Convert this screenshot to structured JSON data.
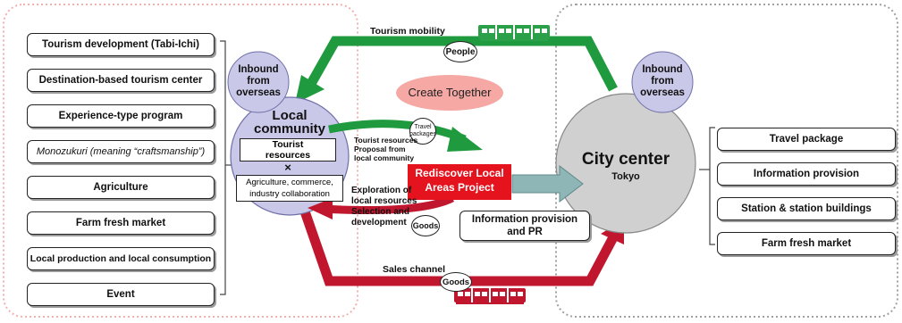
{
  "left_list": [
    "Tourism development (Tabi-Ichi)",
    "Destination-based tourism center",
    "Experience-type program",
    "Monozukuri (meaning “craftsmanship”)",
    "Agriculture",
    "Farm fresh market",
    "Local production and local consumption",
    "Event"
  ],
  "right_list": [
    "Travel package",
    "Information provision",
    "Station & station buildings",
    "Farm fresh market"
  ],
  "inbound_left": "Inbound from overseas",
  "inbound_right": "Inbound from overseas",
  "local": {
    "title_line1": "Local",
    "title_line2": "community",
    "box1_line1": "Tourist",
    "box1_line2": "resources",
    "cross": "×",
    "box2": "Agriculture, commerce, industry collaboration"
  },
  "city": {
    "title": "City center",
    "subtitle": "Tokyo"
  },
  "center": {
    "create_together": "Create Together",
    "project_line1": "Rediscover Local",
    "project_line2": "Areas Project",
    "tourism_mobility": "Tourism mobility",
    "people": "People",
    "travel_packages_line1": "Travel",
    "travel_packages_line2": "packages",
    "tourist_res_line1": "Tourist resources",
    "tourist_res_line2": "Proposal from",
    "tourist_res_line3": "local community",
    "exploration_line1": "Exploration of",
    "exploration_line2": "local resources",
    "exploration_line3": "Selection and",
    "exploration_line4": "development",
    "goods_mid": "Goods",
    "info_line1": "Information provision",
    "info_line2": "and PR",
    "sales_channel": "Sales channel",
    "goods_bottom": "Goods"
  },
  "colors": {
    "green": "#1f9a3e",
    "red": "#c0172f",
    "pink_oval": "#f5a8a4",
    "project_red": "#e4131e",
    "teal_arrow": "#8fb6b6",
    "circle_fill": "#c9c8e8",
    "city_fill": "#d0d0d0",
    "train_green": "#2aa048",
    "train_red": "#c0172f",
    "left_dashed": "#f2b0b0",
    "right_dashed": "#a0a0a0"
  },
  "icons": [
    "train-icon-green",
    "train-icon-red"
  ]
}
